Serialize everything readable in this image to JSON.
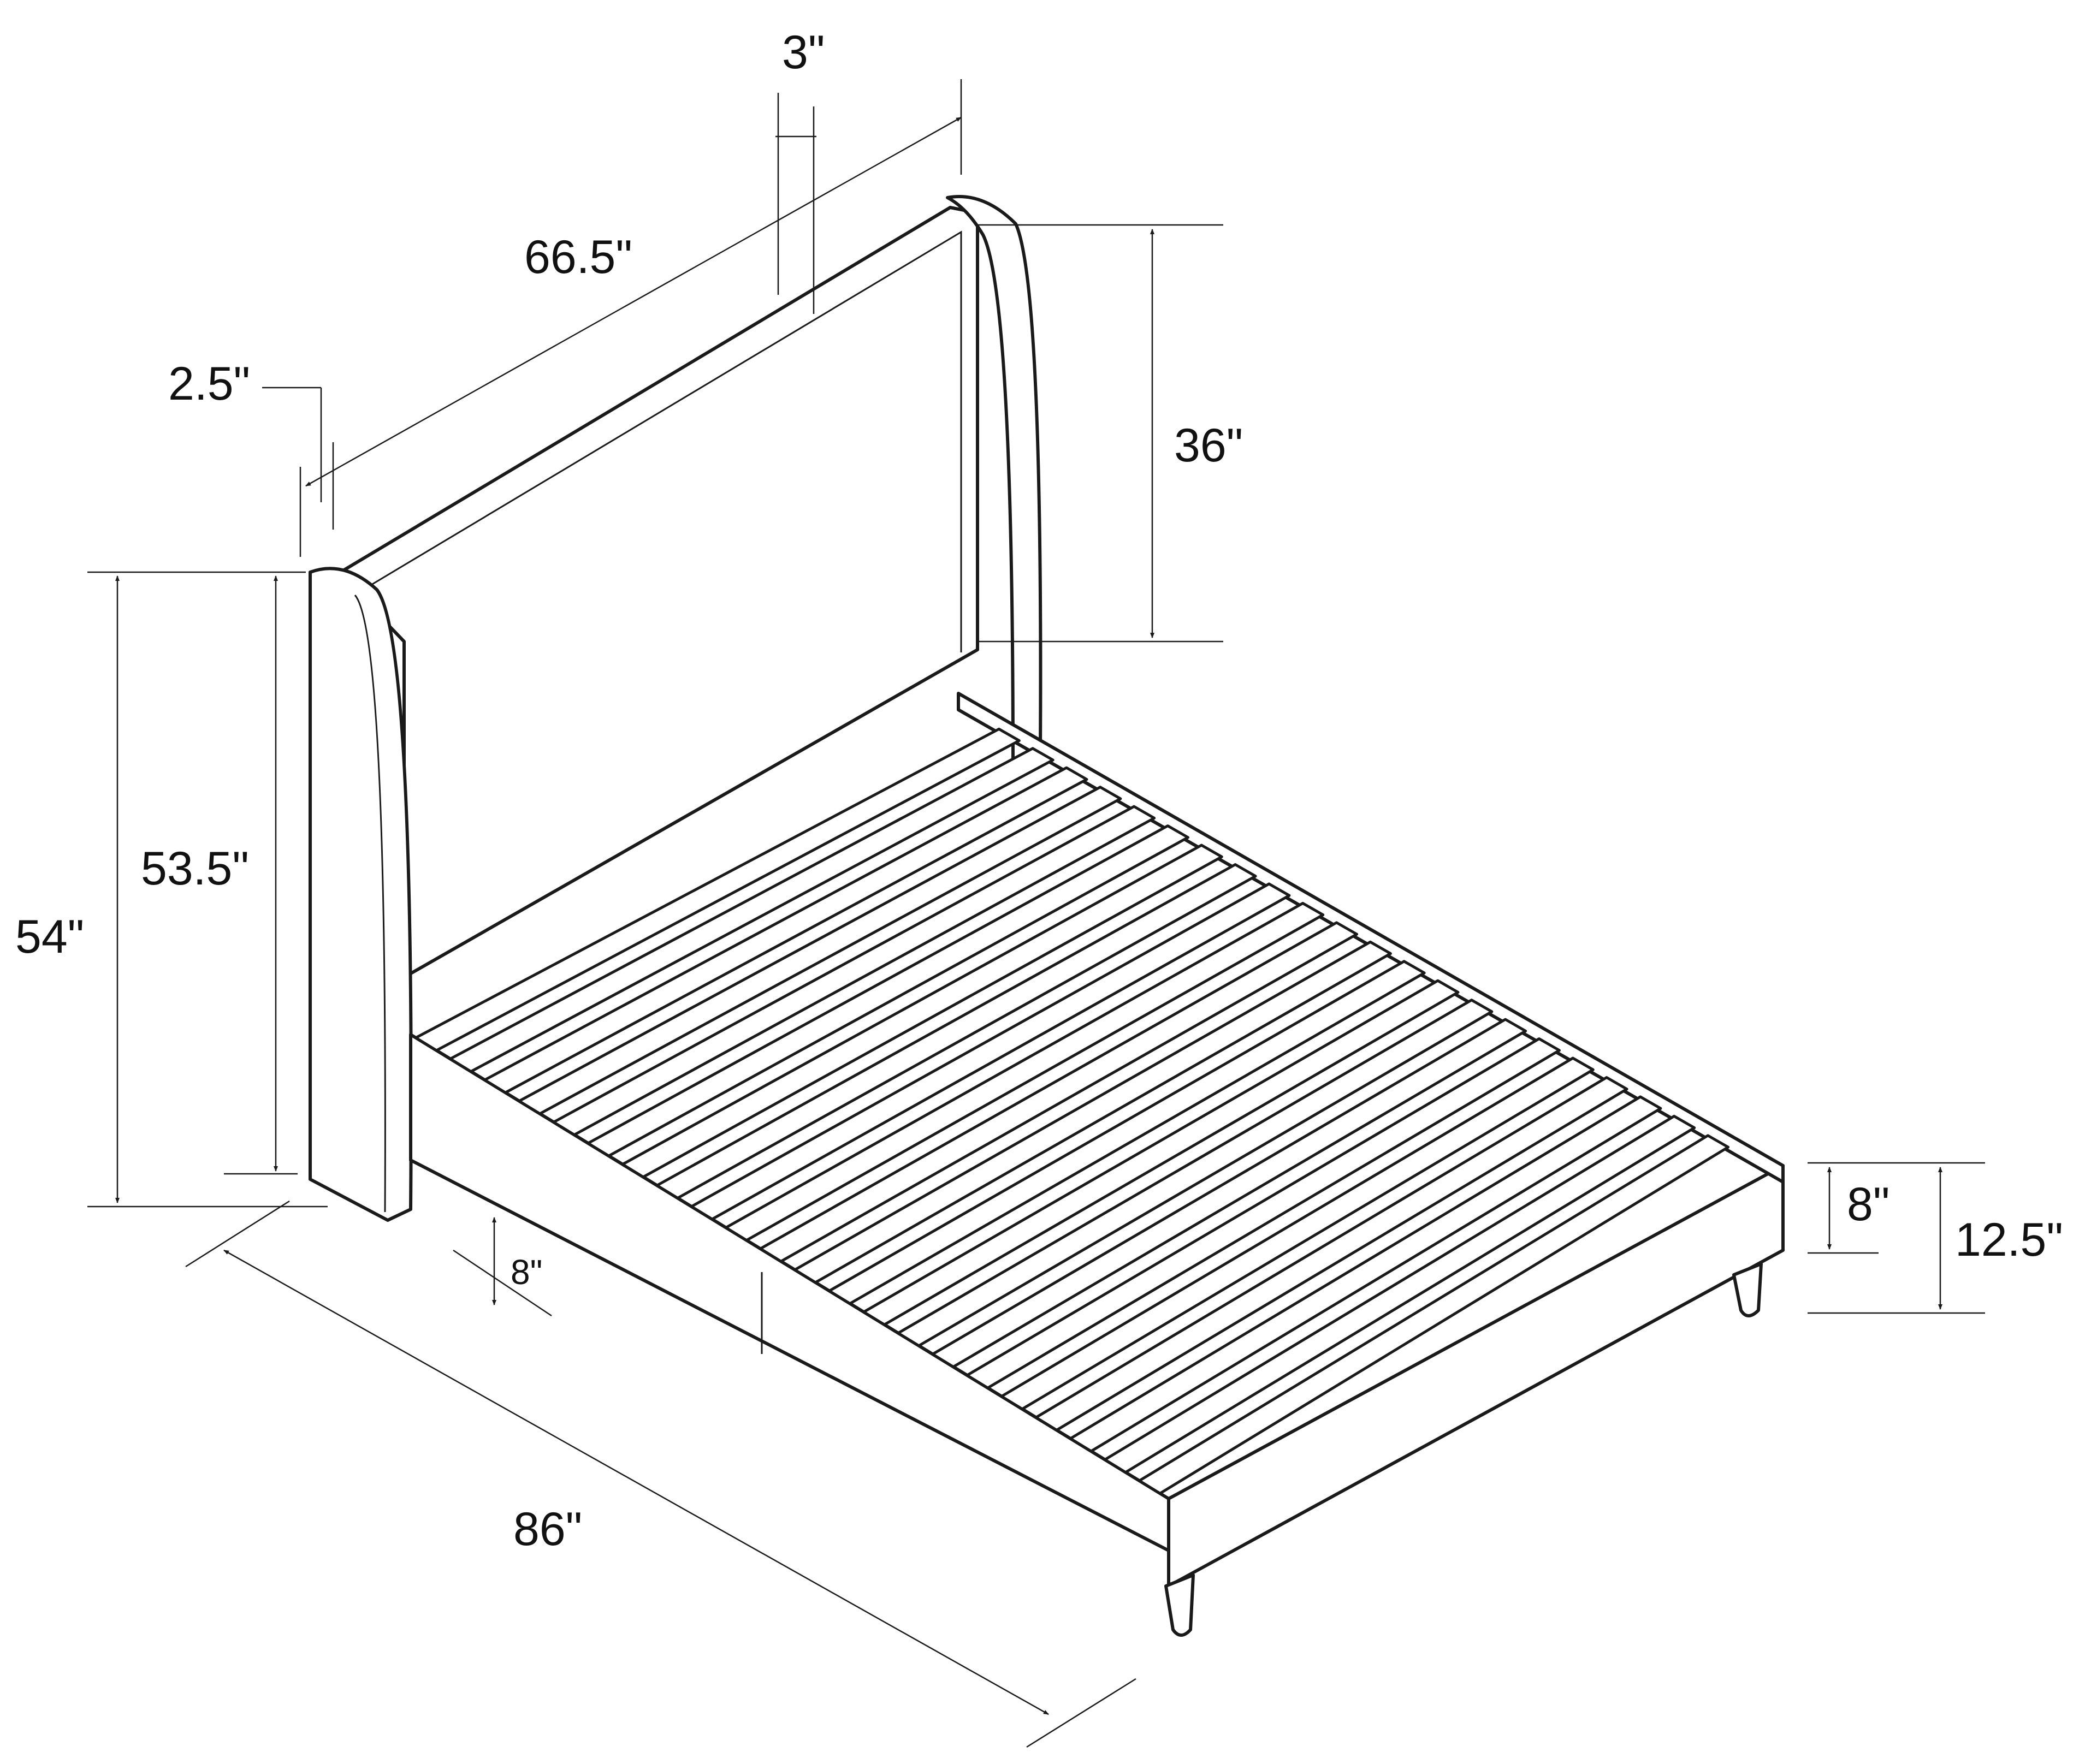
{
  "diagram": {
    "dimensions": {
      "headboard_width": "66.5\"",
      "wing_depth": "3\"",
      "headboard_thickness": "2.5\"",
      "headboard_panel_height": "36\"",
      "total_height": "54\"",
      "headboard_side_height": "53.5\"",
      "rail_height_side": "8\"",
      "frame_length": "86\"",
      "rail_height_foot": "8\"",
      "frame_height": "12.5\""
    }
  }
}
